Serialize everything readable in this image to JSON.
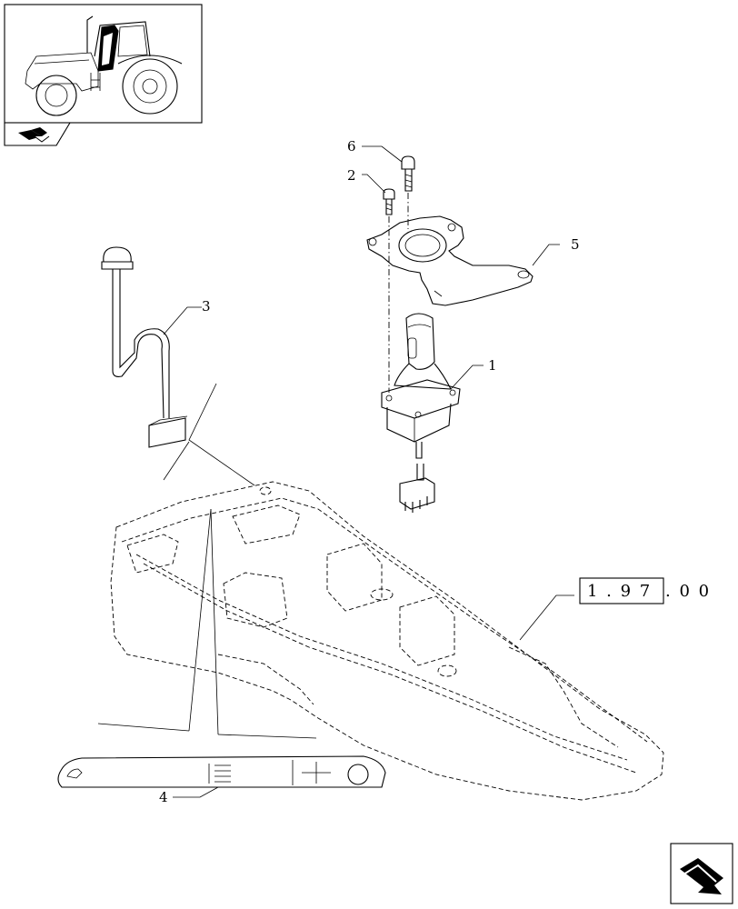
{
  "callouts": [
    {
      "id": "1",
      "label": "1"
    },
    {
      "id": "2",
      "label": "2"
    },
    {
      "id": "3",
      "label": "3"
    },
    {
      "id": "4",
      "label": "4"
    },
    {
      "id": "5",
      "label": "5"
    },
    {
      "id": "6",
      "label": "6"
    }
  ],
  "reference": {
    "boxed_part": "1 . 9 7",
    "suffix": ". 0   0"
  },
  "icons": {
    "thumbnail": "tractor-cab-icon",
    "thumbnail_tab": "book-arrow-icon",
    "nav": "next-page-arrow-icon"
  },
  "colors": {
    "line": "#000000",
    "background": "#ffffff"
  }
}
